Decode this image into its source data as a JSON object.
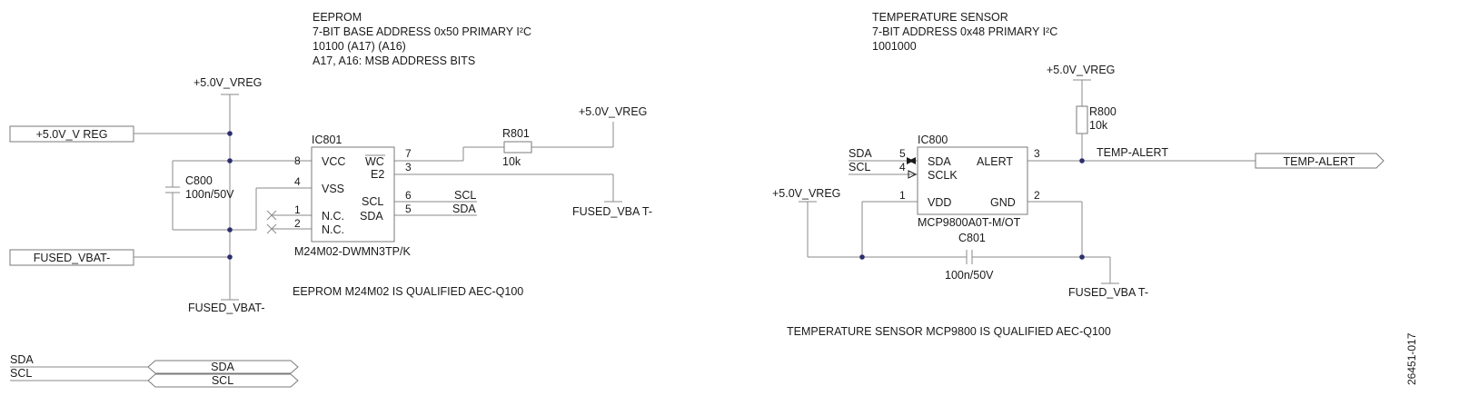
{
  "eeprom": {
    "notes": [
      "EEPROM",
      "7-BIT BASE ADDRESS 0x50 PRIMARY I²C",
      "10100 (A17) (A16)",
      "A17, A16: MSB ADDRESS BITS"
    ],
    "ic_ref": "IC801",
    "ic_part": "M24M02-DWMN3TP/K",
    "pins": {
      "vcc": "VCC",
      "vss": "VSS",
      "nc1": "N.C.",
      "nc2": "N.C.",
      "wc": "WC",
      "e2": "E2",
      "scl": "SCL",
      "sda": "SDA"
    },
    "pin_numbers": {
      "p8": "8",
      "p4": "4",
      "p1": "1",
      "p2": "2",
      "p7": "7",
      "p3": "3",
      "p6": "6",
      "p5": "5"
    },
    "cap_ref": "C800",
    "cap_value": "100n/50V",
    "res_ref": "R801",
    "res_value": "10k",
    "qualified_note": "EEPROM M24M02 IS QUALIFIED AEC-Q100"
  },
  "temp_sensor": {
    "notes": [
      "TEMPERATURE SENSOR",
      "7-BIT ADDRESS 0x48 PRIMARY I²C",
      "1001000"
    ],
    "ic_ref": "IC800",
    "ic_part": "MCP9800A0T-M/OT",
    "pins": {
      "sda": "SDA",
      "sclk": "SCLK",
      "vdd": "VDD",
      "alert": "ALERT",
      "gnd": "GND"
    },
    "pin_numbers": {
      "p5": "5",
      "p4": "4",
      "p1": "1",
      "p3": "3",
      "p2": "2"
    },
    "res_ref": "R800",
    "res_value": "10k",
    "cap_ref": "C801",
    "cap_value": "100n/50V",
    "qualified_note": "TEMPERATURE SENSOR MCP9800 IS QUALIFIED AEC-Q100"
  },
  "nets": {
    "vreg": "+5.0V_VREG",
    "vreg_port": "+5.0V_V REG",
    "vbat": "FUSED_VBAT-",
    "vbat_spaced": "FUSED_VBA T-",
    "sda": "SDA",
    "scl": "SCL",
    "temp_alert": "TEMP-ALERT",
    "temp_alert_port": "TEMP-ALERT"
  },
  "figure_id": "26451-017"
}
